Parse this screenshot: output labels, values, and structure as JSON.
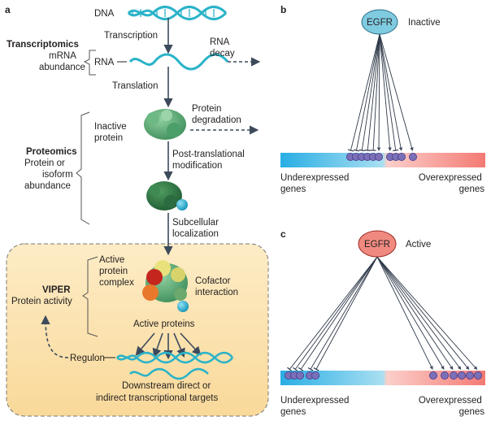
{
  "panels": {
    "a": "a",
    "b": "b",
    "c": "c"
  },
  "flow": {
    "dna": "DNA",
    "transcription": "Transcription",
    "rna": "RNA",
    "rna_decay": [
      "RNA",
      "decay"
    ],
    "translation": "Translation",
    "inactive_protein": [
      "Inactive",
      "protein"
    ],
    "protein_degradation": [
      "Protein",
      "degradation"
    ],
    "ptm": [
      "Post-translational",
      "modification"
    ],
    "subcellular": [
      "Subcellular",
      "localization"
    ],
    "active_complex": [
      "Active",
      "protein",
      "complex"
    ],
    "cofactor": [
      "Cofactor",
      "interaction"
    ],
    "active_proteins": "Active proteins",
    "regulon": "Regulon",
    "targets": [
      "Downstream direct or",
      "indirect transcriptional targets"
    ]
  },
  "levels": {
    "transcriptomics": {
      "title": "Transcriptomics",
      "lines": [
        "mRNA",
        "abundance"
      ]
    },
    "proteomics": {
      "title": "Proteomics",
      "lines": [
        "Protein or",
        "isoform",
        "abundance"
      ]
    },
    "viper": {
      "title": "VIPER",
      "lines": [
        "Protein activity"
      ]
    }
  },
  "panel_b": {
    "node": "EGFR",
    "state": "Inactive",
    "left_label": [
      "Underexpressed",
      "genes"
    ],
    "right_label": [
      "Overexpressed",
      "genes"
    ]
  },
  "panel_c": {
    "node": "EGFR",
    "state": "Active",
    "left_label": [
      "Underexpressed",
      "genes"
    ],
    "right_label": [
      "Overexpressed",
      "genes"
    ]
  },
  "colors": {
    "dna_teal": "#2ab3c9",
    "inactive_node": "#7fcbe0",
    "active_node": "#f08a80",
    "gene_dot": "#7b6fb8",
    "bar_blue": "#29aee4",
    "bar_red": "#f47a74",
    "viper_box": "#fbe3b0"
  }
}
